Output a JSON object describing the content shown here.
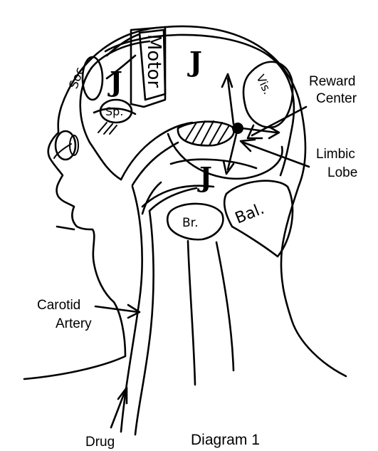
{
  "caption": "Diagram 1",
  "labels": {
    "reward_line1": "Reward",
    "reward_line2": "Center",
    "limbic_line1": "Limbic",
    "limbic_line2": "Lobe",
    "carotid_line1": "Carotid",
    "carotid_line2": "Artery",
    "drug": "Drug"
  },
  "regions": {
    "motor": "Motor",
    "soc": "Soc.",
    "sp": "Sp.",
    "vis": "Vis.",
    "br": "Br.",
    "bal": "Bal."
  },
  "glyph": "J"
}
